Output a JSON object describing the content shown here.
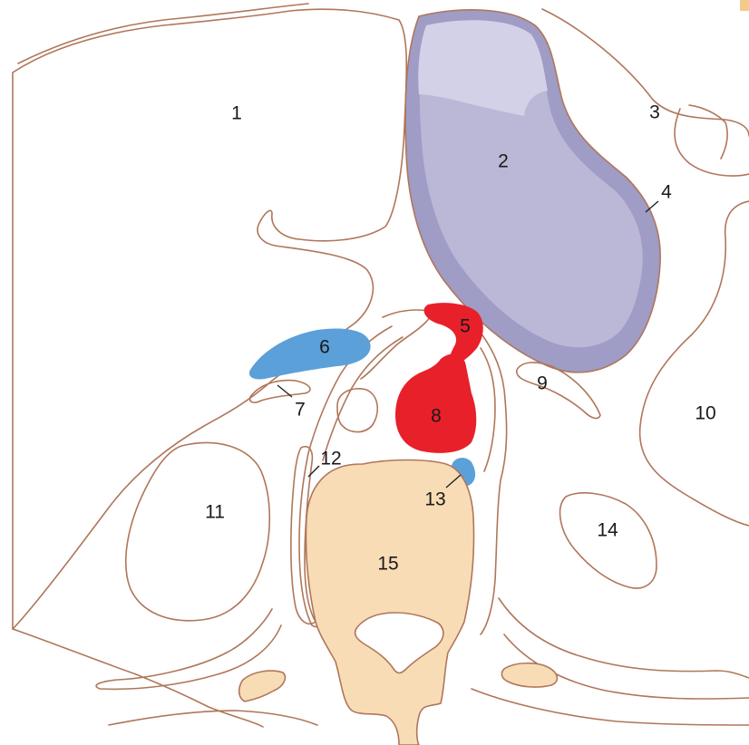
{
  "labels": {
    "l1": "1",
    "l2": "2",
    "l3": "3",
    "l4": "4",
    "l5": "5",
    "l6": "6",
    "l7": "7",
    "l8": "8",
    "l9": "9",
    "l10": "10",
    "l11": "11",
    "l12": "12",
    "l13": "13",
    "l14": "14",
    "l15": "15"
  },
  "colors": {
    "outline": "#b0765a",
    "stomach_outer": "#9f9cc6",
    "stomach_inner": "#bbb8d7",
    "stomach_top": "#d3d1e7",
    "artery_red": "#e8202a",
    "vein_blue": "#5ba0d8",
    "bone_beige": "#f8dcb6",
    "corner_mark": "#f5c98a"
  }
}
